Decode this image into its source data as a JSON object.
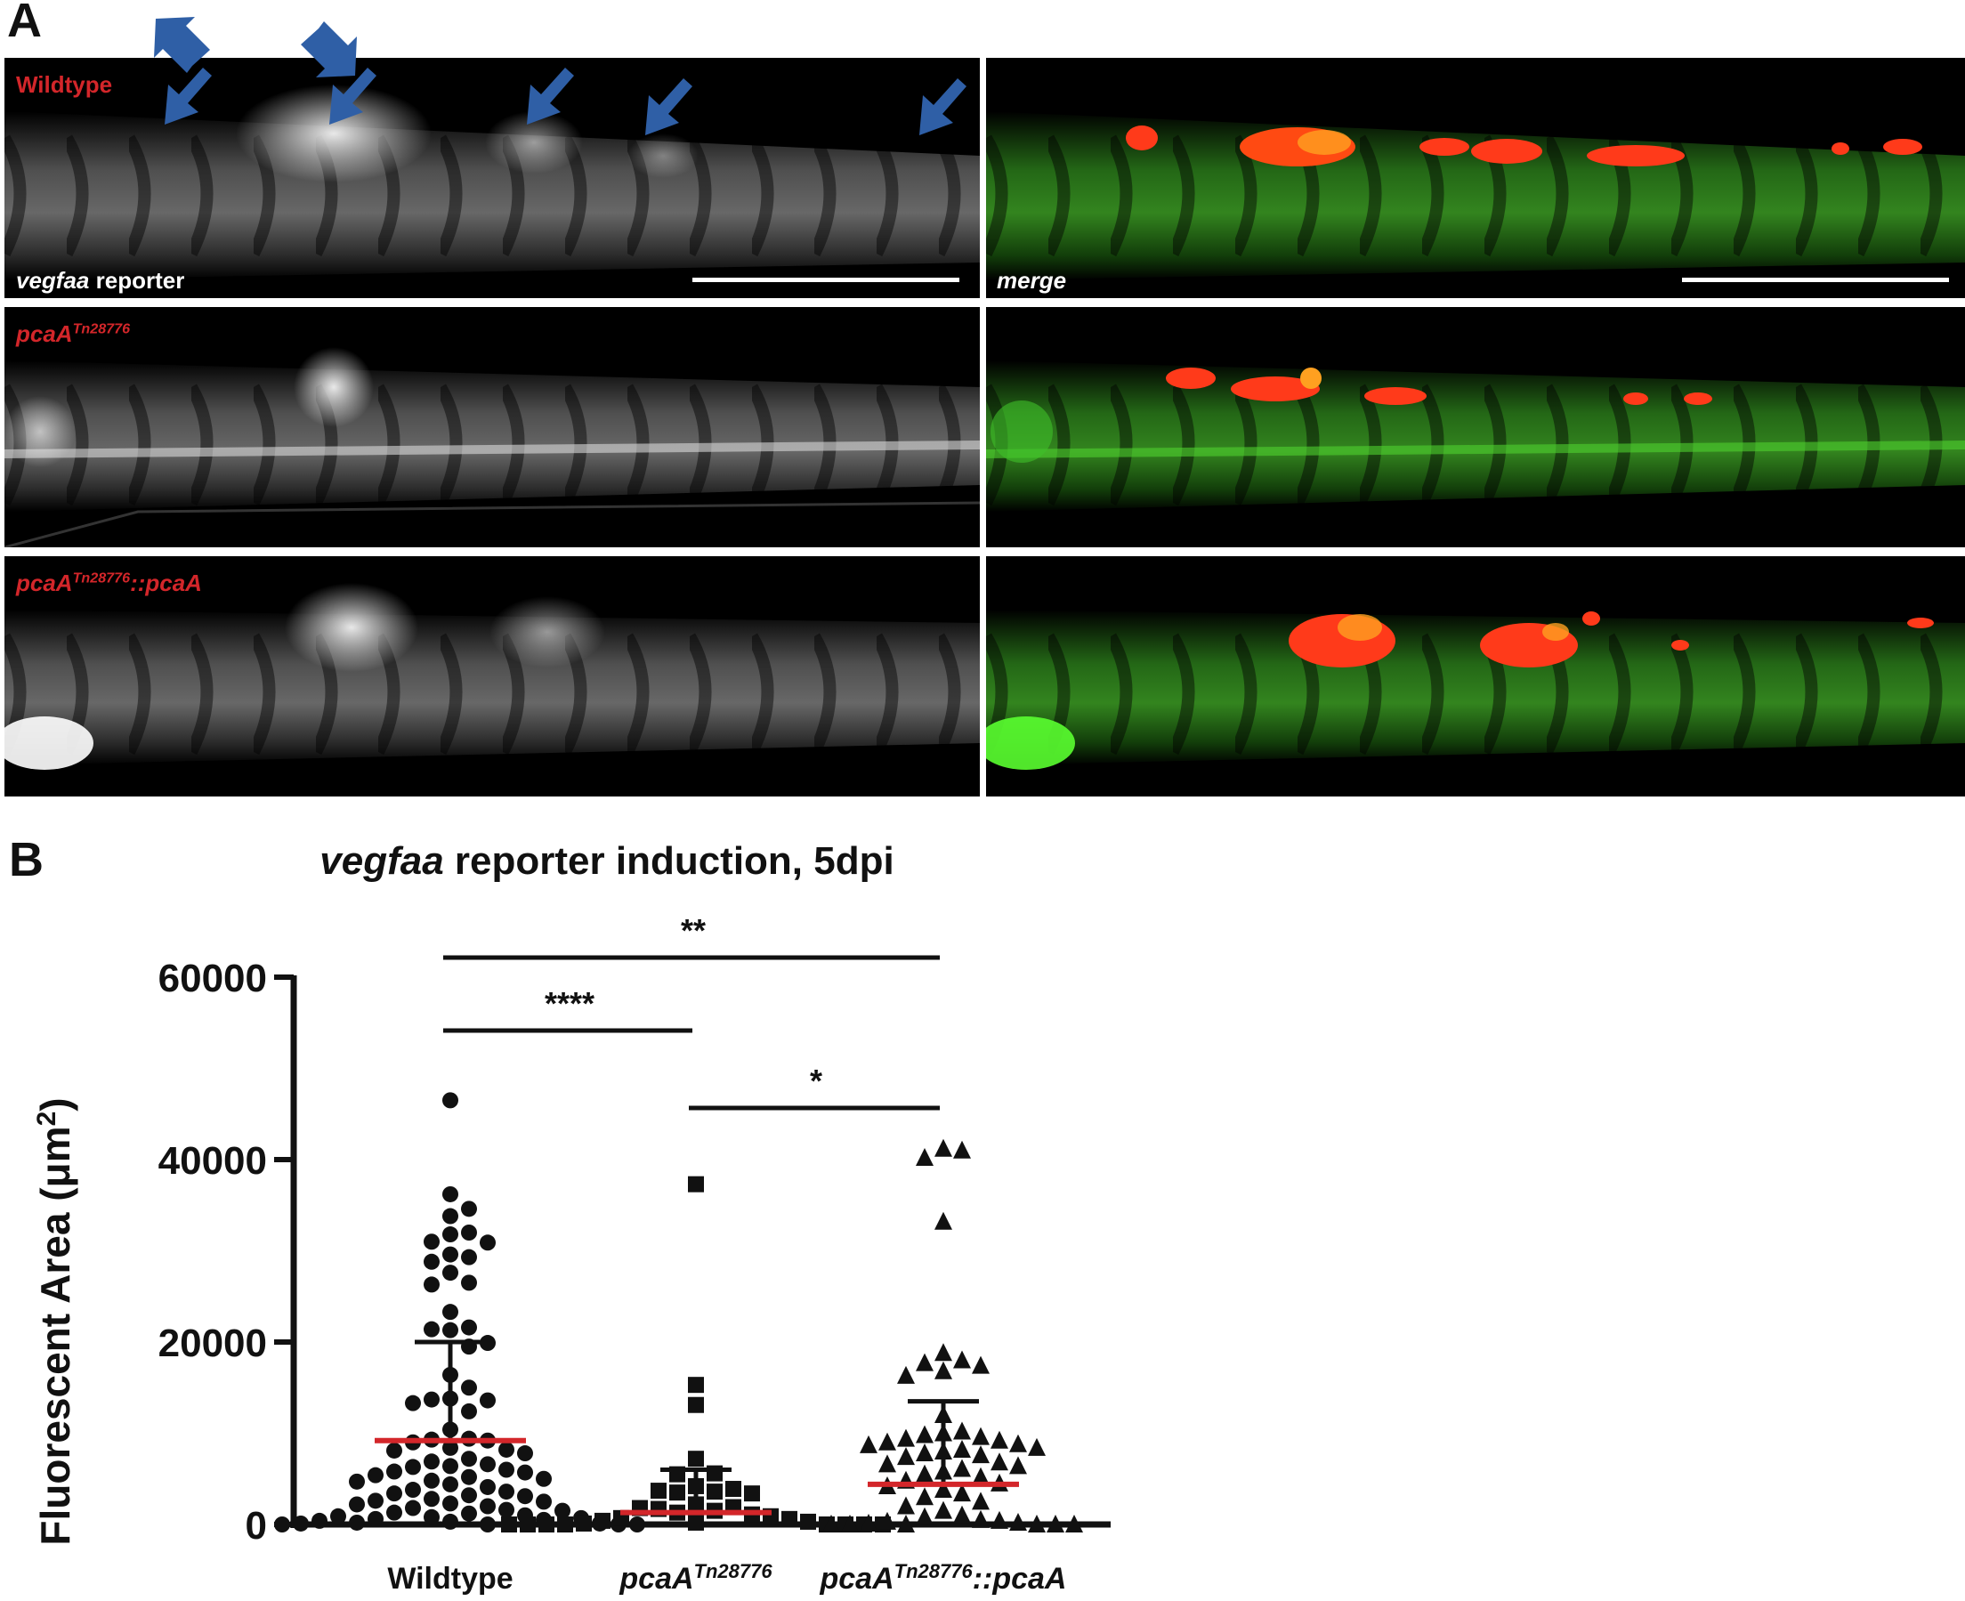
{
  "panel_a": {
    "letter": "A",
    "rows": [
      {
        "label_main": "Wildtype",
        "label_sup": "",
        "label_tail": ""
      },
      {
        "label_main": "pcaA",
        "label_sup": "Tn28776",
        "label_tail": ""
      },
      {
        "label_main": "pcaA",
        "label_sup": "Tn28776",
        "label_tail": "::pcaA"
      }
    ],
    "left_caption_italic": "vegfaa",
    "left_caption_rest": " reporter",
    "right_caption": "merge",
    "colors": {
      "arrow": "#2f5fa6",
      "label": "#d3262a",
      "reporter": "#3fbf2a",
      "bacteria": "#ff3a1a"
    }
  },
  "panel_b": {
    "letter": "B",
    "title_italic": "vegfaa",
    "title_rest": " reporter induction, 5dpi",
    "ylabel_main": "Fluorescent Area (",
    "ylabel_mu": "μm",
    "ylabel_sup": "2",
    "ylabel_close": ")",
    "groups": [
      {
        "main": "Wildtype",
        "sup": "",
        "tail": ""
      },
      {
        "main": "pcaA",
        "sup": "Tn28776",
        "tail": ""
      },
      {
        "main": "pcaA",
        "sup": "Tn28776",
        "tail": "::pcaA"
      }
    ],
    "significance": [
      {
        "label": "**",
        "from": 0,
        "to": 2
      },
      {
        "label": "****",
        "from": 0,
        "to": 1
      },
      {
        "label": "*",
        "from": 1,
        "to": 2
      }
    ],
    "mean_color": "#d3262a"
  },
  "chart_data": {
    "type": "scatter",
    "title": "vegfaa reporter induction, 5dpi",
    "ylabel": "Fluorescent Area (μm2)",
    "ylim": [
      0,
      60000
    ],
    "yticks": [
      0,
      20000,
      40000,
      60000
    ],
    "categories": [
      "Wildtype",
      "pcaATn28776",
      "pcaATn28776::pcaA"
    ],
    "series": [
      {
        "name": "Wildtype",
        "marker": "circle",
        "mean": 9200,
        "sd_upper": 20000,
        "values": [
          46500,
          36200,
          34600,
          33800,
          32000,
          31800,
          31000,
          30900,
          29600,
          29300,
          28800,
          27600,
          26500,
          26300,
          23300,
          21600,
          21400,
          21300,
          19900,
          19500,
          16400,
          15000,
          13800,
          13700,
          13600,
          13300,
          12400,
          10400,
          9400,
          9300,
          9200,
          9000,
          8400,
          8200,
          8100,
          7800,
          7200,
          6900,
          6600,
          6400,
          6300,
          6000,
          5800,
          5700,
          5400,
          5200,
          5000,
          4800,
          4700,
          4400,
          4100,
          3800,
          3600,
          3400,
          3200,
          3100,
          2800,
          2600,
          2500,
          2300,
          2200,
          2000,
          1800,
          1600,
          1500,
          1300,
          1200,
          1000,
          900,
          800,
          700,
          600,
          500,
          400,
          300,
          200,
          100,
          100,
          0,
          0,
          0,
          0
        ]
      },
      {
        "name": "pcaATn28776",
        "marker": "square",
        "mean": 1300,
        "sd_upper": 6000,
        "values": [
          37300,
          15300,
          13100,
          7200,
          5600,
          5500,
          4200,
          3900,
          3700,
          3600,
          3500,
          3400,
          2200,
          1900,
          1800,
          1700,
          1500,
          1300,
          1100,
          900,
          700,
          600,
          400,
          300,
          200,
          100,
          0,
          0,
          0,
          0,
          0,
          0,
          0,
          0
        ]
      },
      {
        "name": "pcaATn28776::pcaA",
        "marker": "triangle",
        "mean": 4400,
        "sd_upper": 13500,
        "values": [
          41200,
          41000,
          40200,
          33200,
          18800,
          18000,
          17700,
          17400,
          16800,
          16300,
          12000,
          10200,
          10000,
          9800,
          9600,
          9400,
          9200,
          9000,
          8800,
          8700,
          8400,
          8200,
          8000,
          7800,
          7600,
          7400,
          6800,
          6600,
          6400,
          6100,
          5800,
          5500,
          5200,
          4800,
          4500,
          4200,
          3800,
          3400,
          3000,
          2500,
          2000,
          1500,
          1000,
          800,
          500,
          400,
          300,
          200,
          100,
          0,
          0,
          0,
          0,
          0,
          0
        ]
      }
    ],
    "annotations": [
      "**",
      "****",
      "*"
    ]
  }
}
